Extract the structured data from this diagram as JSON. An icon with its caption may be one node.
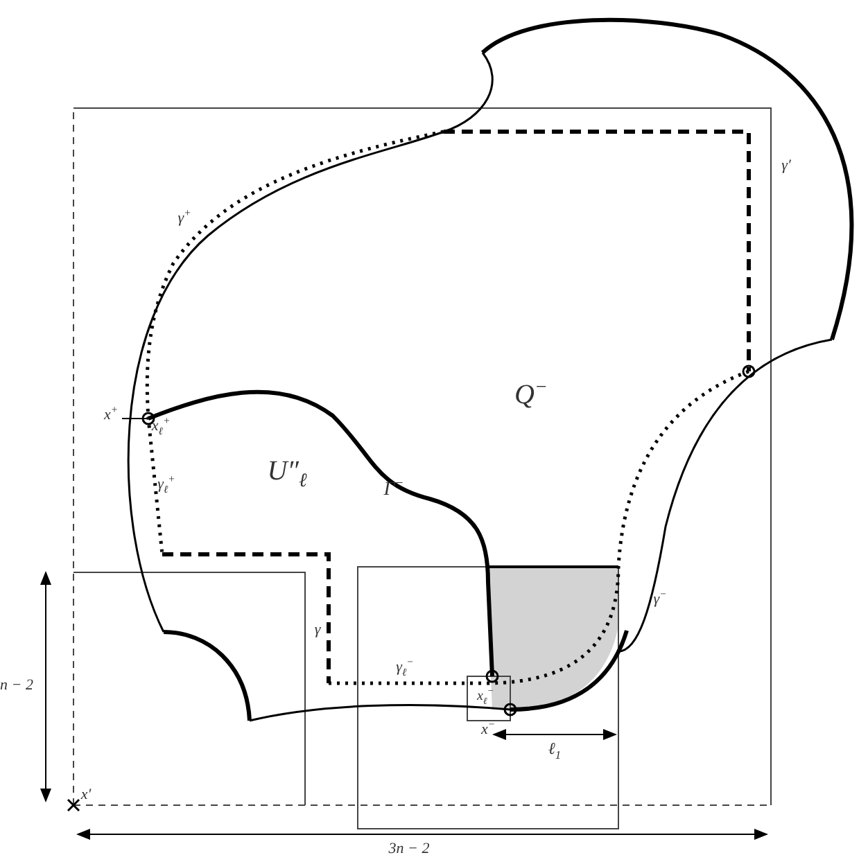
{
  "diagram": {
    "labels": [
      "γ$^{+}$",
      "γ′",
      "x$^{+}$",
      "x$_{ℓ}$$^{+}$",
      "Q$^{−}$",
      "U″$_{ℓ}$",
      "γ$_{ℓ}$$^{+}$",
      "Γ$^{−}$",
      "γ",
      "γ$^{−}$",
      "γ$_{ℓ}$$^{−}$",
      "x$_{ℓ}$$^{−}$",
      "x$^{−}$",
      "ℓ$_{1}$",
      "n − 2",
      "x′",
      "3n − 2"
    ]
  }
}
